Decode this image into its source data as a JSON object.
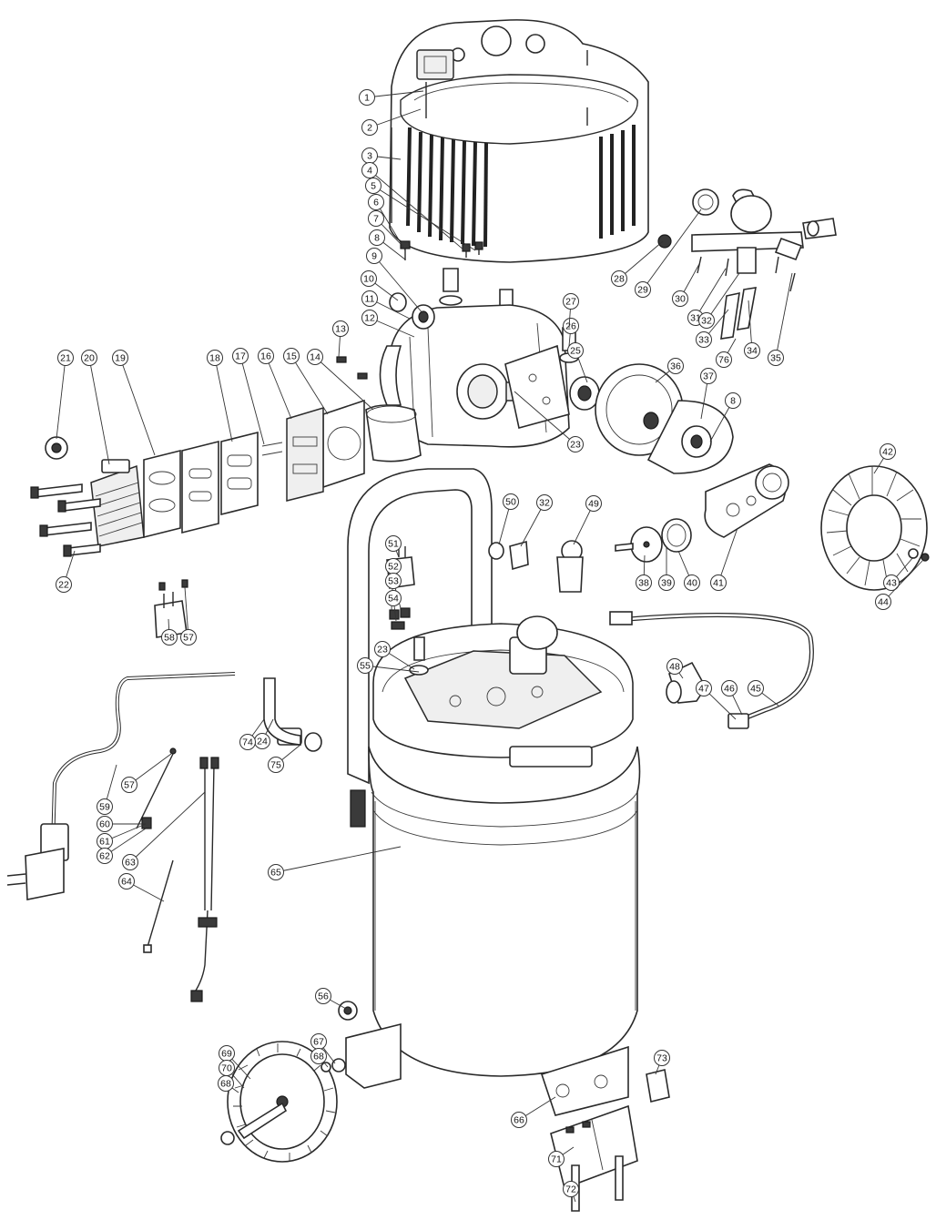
{
  "callouts": [
    "1",
    "2",
    "3",
    "4",
    "5",
    "6",
    "7",
    "8",
    "9",
    "10",
    "11",
    "12",
    "13",
    "14",
    "15",
    "16",
    "17",
    "18",
    "19",
    "20",
    "21",
    "22",
    "23",
    "23",
    "24",
    "25",
    "26",
    "27",
    "28",
    "29",
    "30",
    "31",
    "32",
    "32",
    "33",
    "34",
    "35",
    "36",
    "37",
    "8",
    "38",
    "39",
    "40",
    "41",
    "42",
    "43",
    "44",
    "45",
    "46",
    "47",
    "48",
    "49",
    "50",
    "51",
    "52",
    "53",
    "54",
    "55",
    "56",
    "57",
    "57",
    "58",
    "59",
    "60",
    "61",
    "62",
    "63",
    "64",
    "65",
    "66",
    "67",
    "68",
    "68",
    "69",
    "70",
    "71",
    "72",
    "73",
    "74",
    "75",
    "76"
  ]
}
